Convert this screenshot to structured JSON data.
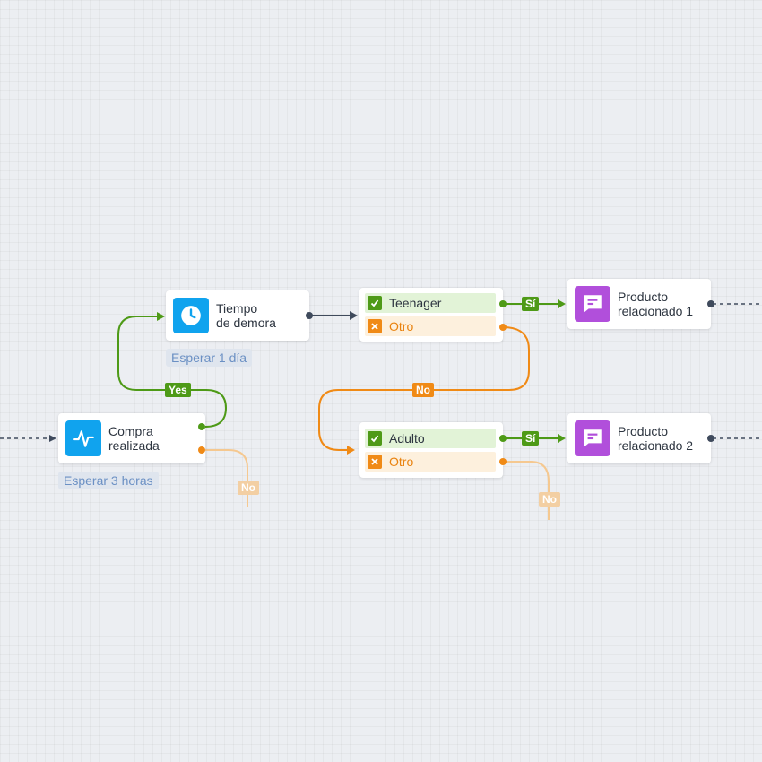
{
  "colors": {
    "background": "#eceef2",
    "success": "#4e9a17",
    "failure": "#f08a16",
    "connector": "#3f4a5c",
    "trigger_icon": "#10a3ee",
    "action_icon": "#b14fdb"
  },
  "nodes": {
    "trigger": {
      "title_line1": "Compra",
      "title_line2": "realizada",
      "icon": "activity-icon",
      "delay": "Esperar 3 horas"
    },
    "delay": {
      "title_line1": "Tiempo",
      "title_line2": "de demora",
      "icon": "clock-icon",
      "delay": "Esperar 1 día"
    },
    "condition1": {
      "yes_label": "Teenager",
      "no_label": "Otro"
    },
    "condition2": {
      "yes_label": "Adulto",
      "no_label": "Otro"
    },
    "product1": {
      "title_line1": "Producto",
      "title_line2": "relacionado 1",
      "icon": "message-icon"
    },
    "product2": {
      "title_line1": "Producto",
      "title_line2": "relacionado 2",
      "icon": "message-icon"
    }
  },
  "badges": {
    "yes": "Yes",
    "no_trigger": "No",
    "no_condition1": "No",
    "si_1": "Sí",
    "si_2": "Sí",
    "no_condition2": "No"
  }
}
